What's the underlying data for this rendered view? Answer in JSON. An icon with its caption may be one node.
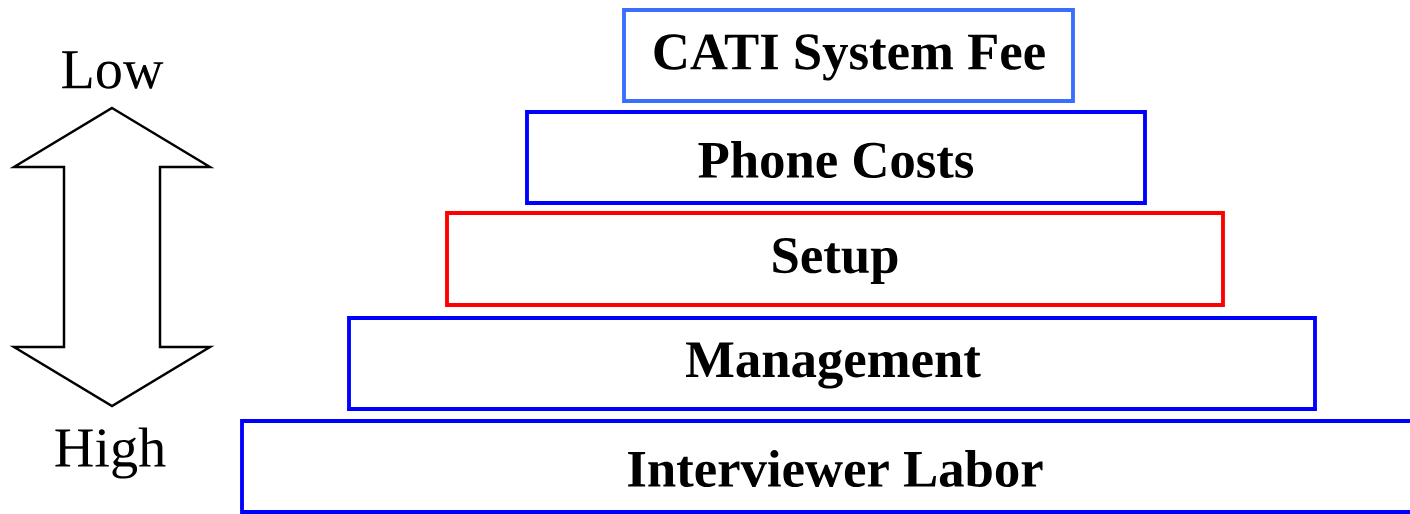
{
  "diagram": {
    "nodes": [
      {
        "text": [
          "CATI System Fee"
        ]
      },
      {
        "text": [
          "Phone Costs"
        ]
      },
      {
        "text": [
          "Setup"
        ]
      },
      {
        "text": [
          "Management"
        ]
      },
      {
        "text": [
          "Interviewer Labor"
        ]
      }
    ],
    "labels": [
      "Low",
      "High"
    ]
  }
}
